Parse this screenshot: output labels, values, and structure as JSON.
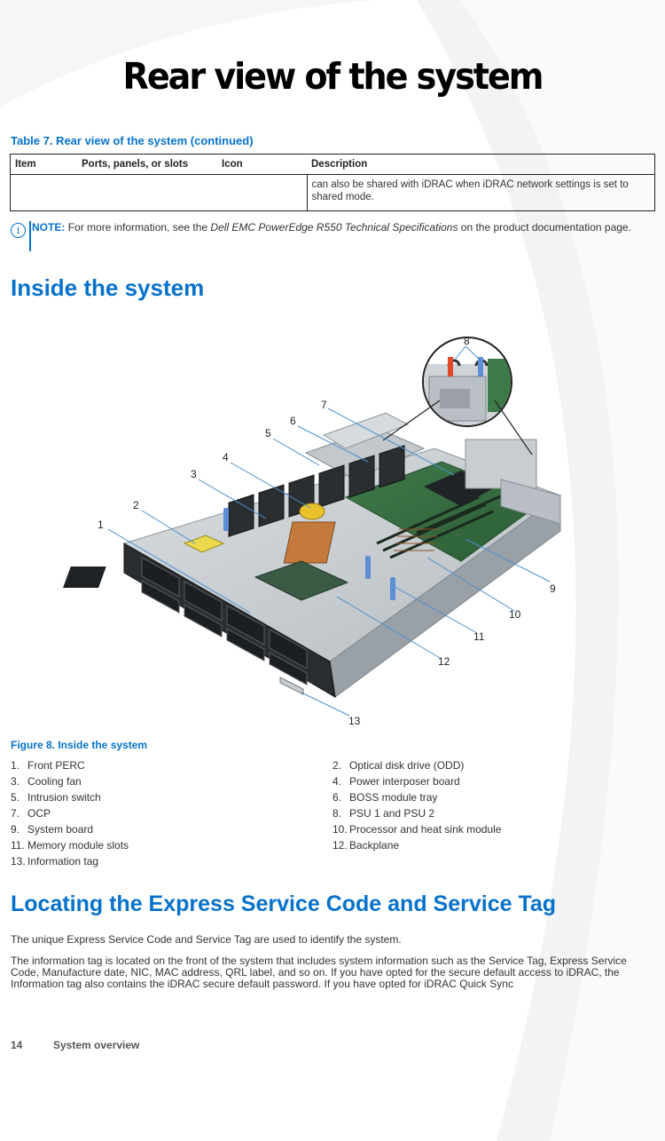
{
  "banner": "Rear view of the system",
  "rear_table": {
    "caption": "Table 7. Rear view of the system (continued)",
    "headers": [
      "Item",
      "Ports, panels, or slots",
      "Icon",
      "Description"
    ],
    "row": {
      "item": "",
      "ports": "",
      "icon": "",
      "description": "can also be shared with iDRAC when iDRAC network settings is set to shared mode."
    }
  },
  "note": {
    "icon": "info-icon",
    "lead": "NOTE:",
    "text_before": "For more information, see the ",
    "italic": "Dell EMC PowerEdge R550 Technical Specifications",
    "text_after": " on the product documentation page."
  },
  "inside": {
    "heading": "Inside the system",
    "callouts": [
      "1",
      "2",
      "3",
      "4",
      "5",
      "6",
      "7",
      "8",
      "9",
      "10",
      "11",
      "12",
      "13"
    ],
    "figure_caption": "Figure 8. Inside the system",
    "legend_left": [
      {
        "num": "1.",
        "label": "Front PERC"
      },
      {
        "num": "3.",
        "label": "Cooling fan"
      },
      {
        "num": "5.",
        "label": "Intrusion switch"
      },
      {
        "num": "7.",
        "label": "OCP"
      },
      {
        "num": "9.",
        "label": "System board"
      },
      {
        "num": "11.",
        "label": "Memory module slots"
      },
      {
        "num": "13.",
        "label": "Information tag"
      }
    ],
    "legend_right": [
      {
        "num": "2.",
        "label": "Optical disk drive (ODD)"
      },
      {
        "num": "4.",
        "label": "Power interposer board"
      },
      {
        "num": "6.",
        "label": "BOSS module tray"
      },
      {
        "num": "8.",
        "label": "PSU 1 and PSU 2"
      },
      {
        "num": "10.",
        "label": "Processor and heat sink module"
      },
      {
        "num": "12.",
        "label": "Backplane"
      }
    ]
  },
  "locating": {
    "heading": "Locating the Express Service Code and Service Tag",
    "para1": "The unique Express Service Code and Service Tag are used to identify the system.",
    "para2": "The information tag is located on the front of the system that includes system information such as the Service Tag, Express Service Code, Manufacture date, NIC, MAC address, QRL label, and so on. If you have opted for the secure default access to iDRAC, the Information tag also contains the iDRAC secure default password. If you have opted for iDRAC Quick Sync"
  },
  "footer": {
    "page": "14",
    "section": "System overview"
  },
  "colors": {
    "accent": "#0672cb",
    "text": "#333333"
  }
}
